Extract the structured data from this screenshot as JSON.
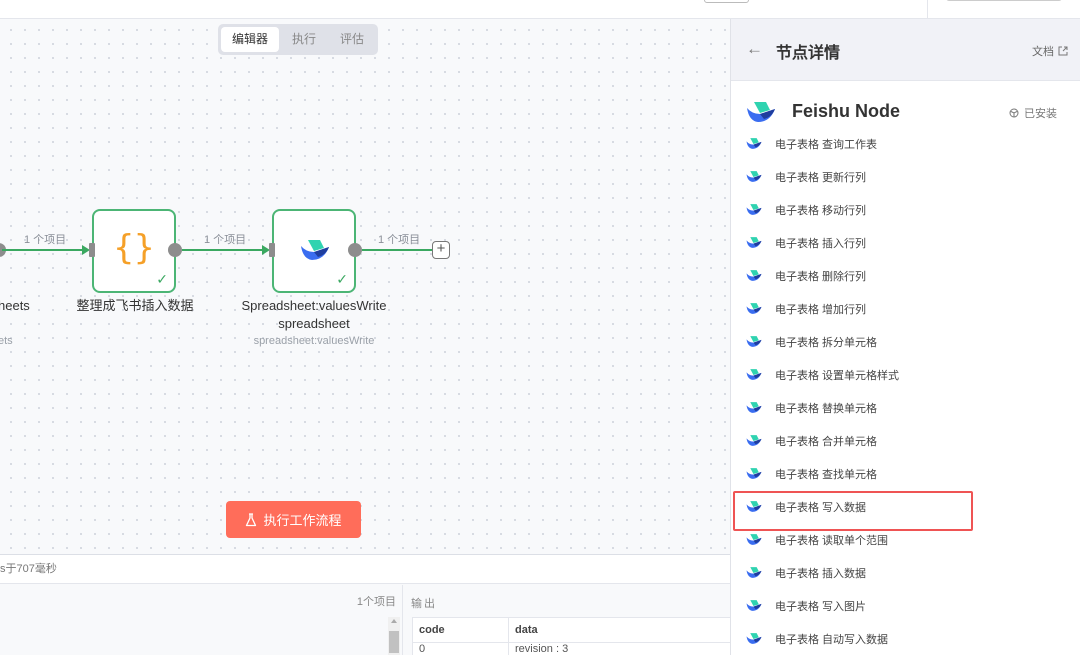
{
  "top_tabs": [
    {
      "label": "编辑器",
      "active": true
    },
    {
      "label": "执行",
      "active": false
    },
    {
      "label": "评估",
      "active": false
    }
  ],
  "canvas": {
    "edges": [
      {
        "label": "1 个项目"
      },
      {
        "label": "1 个项目"
      },
      {
        "label": "1 个项目"
      }
    ],
    "nodes": [
      {
        "title": "heets",
        "subtitle": "ets",
        "icon": "sheets-node-partial"
      },
      {
        "title": "整理成飞书插入数据",
        "subtitle": "",
        "icon": "code-braces-icon",
        "glyph": "{}",
        "status": "success"
      },
      {
        "title": "Spreadsheet:valuesWrite",
        "title_line2": "spreadsheet",
        "subtitle": "spreadsheet:valuesWrite",
        "icon": "feishu-icon",
        "status": "success"
      }
    ],
    "add_node_icon": "+",
    "run_button": {
      "label": "执行工作流程",
      "icon": "flask-icon"
    }
  },
  "bottom_panel": {
    "status_text": "s于707毫秒",
    "input_count": "1个项目",
    "output_label": "输出",
    "output_table": {
      "columns": [
        "code",
        "data"
      ],
      "rows": [
        [
          "0",
          "revision : 3"
        ]
      ]
    }
  },
  "side_panel": {
    "title": "节点详情",
    "docs_label": "文档",
    "package": {
      "name": "Feishu Node",
      "installed_label": "已安装"
    },
    "actions": [
      {
        "label": "电子表格 查询工作表"
      },
      {
        "label": "电子表格 更新行列"
      },
      {
        "label": "电子表格 移动行列"
      },
      {
        "label": "电子表格 插入行列"
      },
      {
        "label": "电子表格 删除行列"
      },
      {
        "label": "电子表格 增加行列"
      },
      {
        "label": "电子表格 拆分单元格"
      },
      {
        "label": "电子表格 设置单元格样式"
      },
      {
        "label": "电子表格 替换单元格"
      },
      {
        "label": "电子表格 合并单元格"
      },
      {
        "label": "电子表格 查找单元格"
      },
      {
        "label": "电子表格 写入数据",
        "highlighted": true
      },
      {
        "label": "电子表格 读取单个范围"
      },
      {
        "label": "电子表格 插入数据"
      },
      {
        "label": "电子表格 写入图片"
      },
      {
        "label": "电子表格 自动写入数据"
      }
    ]
  },
  "colors": {
    "success_green": "#3aa860",
    "run_button": "#ff6d5a",
    "highlight_border": "#ef5454",
    "braces_orange": "#f5a028",
    "feishu_teal": "#2fd3b0",
    "feishu_blue": "#3a6df0",
    "feishu_navy": "#1f3e9e"
  }
}
